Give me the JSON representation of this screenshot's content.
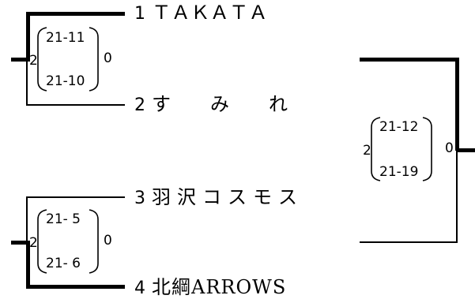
{
  "teams": [
    {
      "seed": "1",
      "name": "ＴＡＫＡＴＡ"
    },
    {
      "seed": "2",
      "name": "すみれ"
    },
    {
      "seed": "3",
      "name": "羽沢コスモス"
    },
    {
      "seed": "4",
      "name": "北綱ARROWS"
    }
  ],
  "matches": [
    {
      "left": "2",
      "right": "0",
      "sets": [
        "21-11",
        "21-10"
      ]
    },
    {
      "left": "2",
      "right": "0",
      "sets": [
        "21- 5",
        "21- 6"
      ]
    },
    {
      "left": "2",
      "right": "0",
      "sets": [
        "21-12",
        "21-19"
      ]
    }
  ]
}
